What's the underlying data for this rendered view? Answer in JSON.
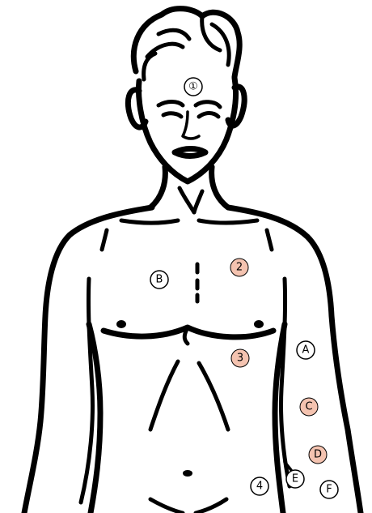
{
  "colors": {
    "background": "#ffffff",
    "outline": "#000000",
    "marker_plain_fill": "#ffffff",
    "marker_highlight_fill": "#f4c3b0"
  },
  "markers": [
    {
      "id": "m1",
      "label": "①",
      "style": "plain"
    },
    {
      "id": "m2",
      "label": "2",
      "style": "highlight"
    },
    {
      "id": "m3",
      "label": "3",
      "style": "highlight"
    },
    {
      "id": "m4",
      "label": "4",
      "style": "plain"
    },
    {
      "id": "mA",
      "label": "A",
      "style": "plain"
    },
    {
      "id": "mB",
      "label": "B",
      "style": "plain"
    },
    {
      "id": "mC",
      "label": "C",
      "style": "highlight"
    },
    {
      "id": "mD",
      "label": "D",
      "style": "highlight"
    },
    {
      "id": "mE",
      "label": "E",
      "style": "plain"
    },
    {
      "id": "mF",
      "label": "F",
      "style": "plain"
    }
  ]
}
